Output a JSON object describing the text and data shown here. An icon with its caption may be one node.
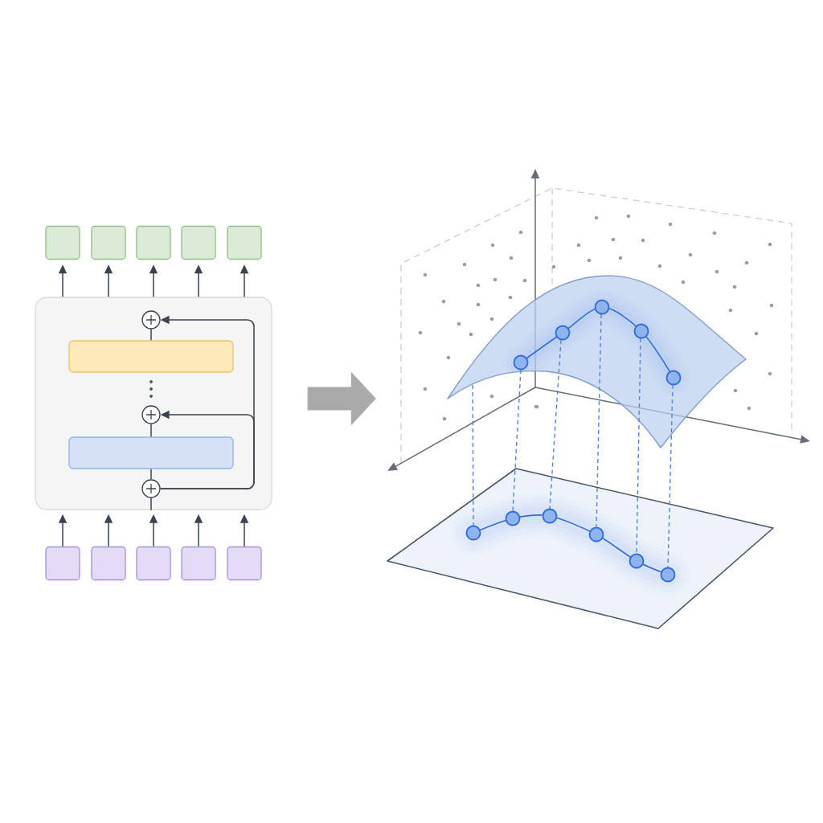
{
  "diagram": {
    "nodes": [
      {
        "text": [],
        "shape": "box"
      },
      {
        "text": [],
        "shape": "box"
      },
      {
        "text": [],
        "shape": "box"
      },
      {
        "text": [],
        "shape": "box"
      },
      {
        "text": [],
        "shape": "box"
      },
      {
        "text": [],
        "shape": "box"
      },
      {
        "text": [],
        "shape": "circle",
        "in": 5
      },
      {
        "text": [],
        "shape": "bar",
        "in": 5
      },
      {
        "text": [],
        "shape": "circle",
        "in": 5
      },
      {
        "text": [],
        "shape": "bar",
        "in": 5
      },
      {
        "text": [],
        "shape": "circle",
        "in": 5
      },
      {
        "text": [],
        "shape": "box"
      },
      {
        "text": [],
        "shape": "box"
      },
      {
        "text": [],
        "shape": "box"
      },
      {
        "text": [],
        "shape": "box"
      },
      {
        "text": [],
        "shape": "box"
      },
      {
        "text": [],
        "shape": "picture"
      }
    ],
    "edges": [
      {
        "from": 11,
        "to": 5,
        "arrow": "to"
      },
      {
        "from": 12,
        "to": 5,
        "arrow": "to"
      },
      {
        "from": 13,
        "to": 5,
        "arrow": "to"
      },
      {
        "from": 14,
        "to": 5,
        "arrow": "to"
      },
      {
        "from": 15,
        "to": 5,
        "arrow": "to"
      },
      {
        "from": 5,
        "to": 10,
        "arrow": "none"
      },
      {
        "from": 10,
        "to": 9,
        "arrow": "none"
      },
      {
        "from": 9,
        "to": 8,
        "arrow": "none"
      },
      {
        "from": 7,
        "to": 6,
        "arrow": "none"
      },
      {
        "from": 10,
        "to": 8,
        "arrow": "to"
      },
      {
        "from": 10,
        "to": 6,
        "arrow": "to"
      },
      {
        "from": 5,
        "to": 0,
        "arrow": "to"
      },
      {
        "from": 5,
        "to": 1,
        "arrow": "to"
      },
      {
        "from": 5,
        "to": 2,
        "arrow": "to"
      },
      {
        "from": 5,
        "to": 3,
        "arrow": "to"
      },
      {
        "from": 5,
        "to": 4,
        "arrow": "to"
      },
      {
        "from": 5,
        "to": 16,
        "arrow": "to",
        "style": "thick",
        "color": "#aaaaaa"
      }
    ]
  }
}
